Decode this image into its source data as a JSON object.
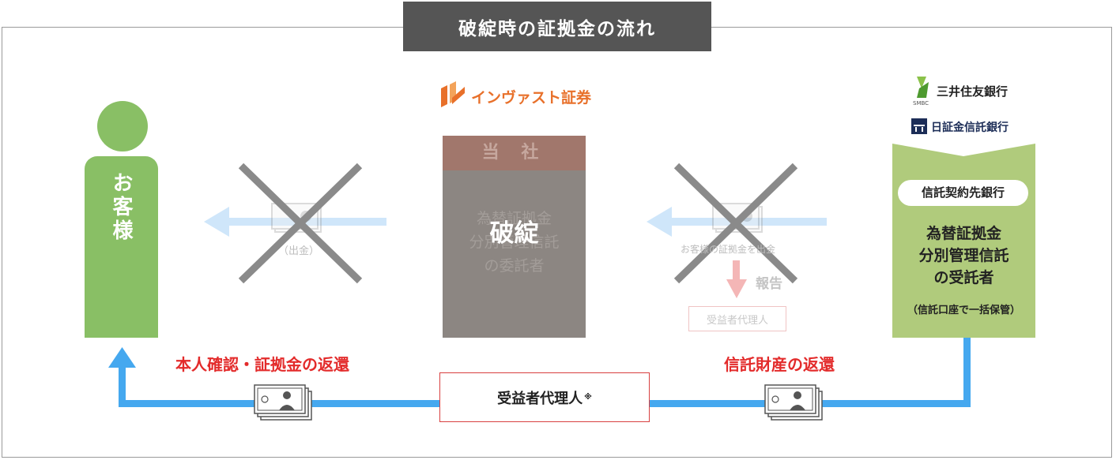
{
  "title": "破綻時の証拠金の流れ",
  "customer": {
    "label": "お客様"
  },
  "company": {
    "logo_text": "インヴァスト証券",
    "head": "当 社",
    "faded_role": [
      "為替証拠金",
      "分別管理信託",
      "の委託者"
    ],
    "status": "破綻"
  },
  "banks": {
    "bank1_name": "三井住友銀行",
    "bank1_small": "SMBC",
    "bank2_name": "日証金信託銀行"
  },
  "trust_bank": {
    "pill": "信託契約先銀行",
    "role": [
      "為替証拠金",
      "分別管理信託",
      "の受託者"
    ],
    "note": "（信託口座で一括保管）"
  },
  "faded_flows": {
    "left_label": "（出金）",
    "right_label": "お客様の証拠金を出金",
    "report": "報告",
    "agent_small": "受益者代理人"
  },
  "flows": {
    "return_left": "本人確認・証拠金の返還",
    "return_right": "信託財産の返還",
    "agent": "受益者代理人",
    "agent_mark": "※"
  },
  "colors": {
    "customer_green": "#89bf65",
    "trust_green": "#b0cb7c",
    "flow_blue": "#45a8ef",
    "faded_blue": "#cfe6fa",
    "cross_gray": "#8a8a8a",
    "alert_red": "#e32b2b",
    "company_gray": "#8c8682",
    "company_head": "#a1776c"
  }
}
